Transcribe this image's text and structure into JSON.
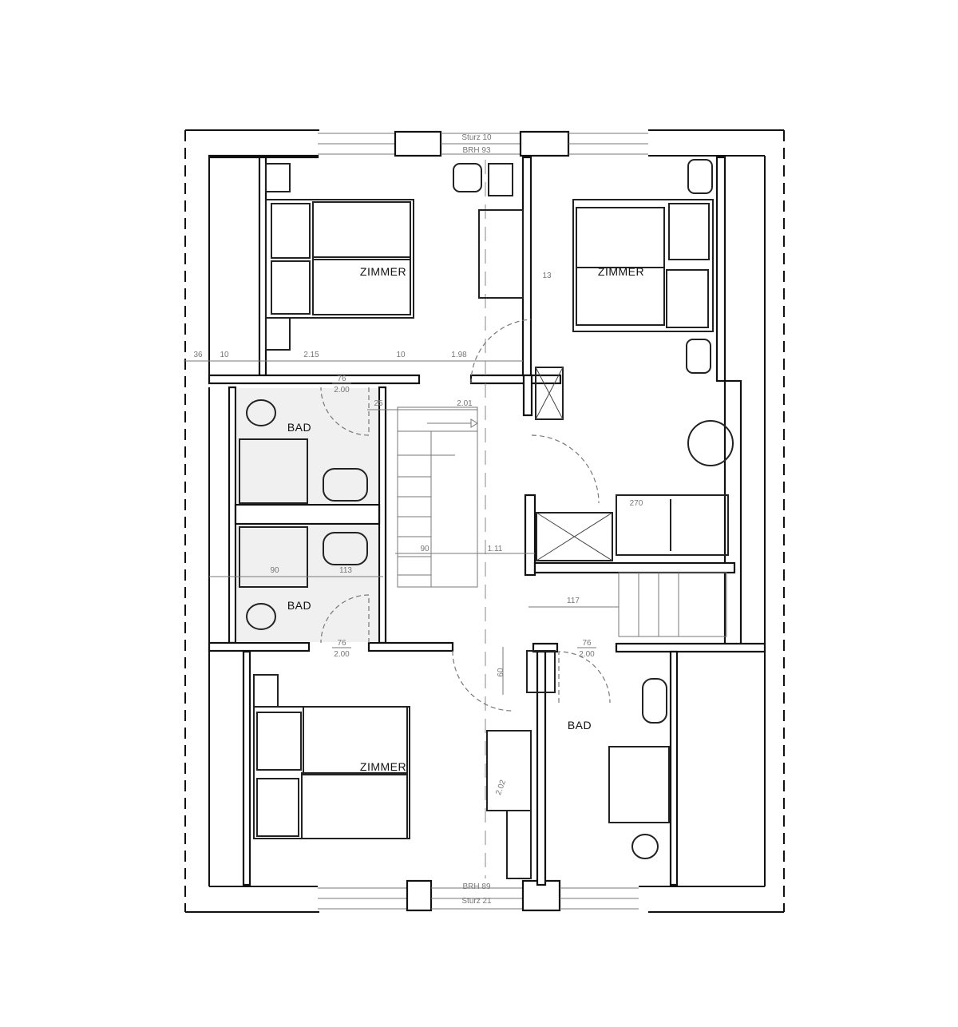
{
  "plan": {
    "top_window": {
      "lintel": "Sturz 10",
      "sill": "BRH 93"
    },
    "bottom_window": {
      "lintel": "Sturz 21",
      "sill": "BRH 89"
    },
    "rooms": [
      {
        "label": "ZIMMER"
      },
      {
        "label": "ZIMMER"
      },
      {
        "label": "BAD"
      },
      {
        "label": "BAD"
      },
      {
        "label": "BAD"
      },
      {
        "label": "ZIMMER"
      }
    ],
    "doors": [
      {
        "width": "76",
        "height": "2.00"
      },
      {
        "width": "76",
        "height": "2.00"
      },
      {
        "width": "76",
        "height": "2.00"
      }
    ],
    "dimensions": {
      "d36": "36",
      "d10a": "10",
      "d215": "2.15",
      "d10b": "10",
      "d198": "1.98",
      "d13": "13",
      "d25": "25",
      "d201": "2.01",
      "d90stair": "90",
      "d111": "1.11",
      "d90bath": "90",
      "d113": "113",
      "d270": "270",
      "d117": "117",
      "d60": "60",
      "d202": "2.02"
    }
  }
}
